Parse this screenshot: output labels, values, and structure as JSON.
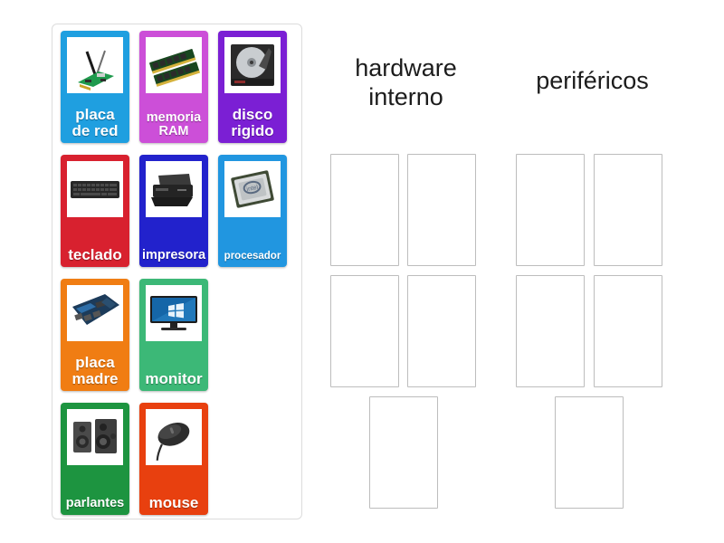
{
  "activity": {
    "type": "group-sort",
    "panel_label": "items-panel"
  },
  "items": [
    {
      "label": "placa de red",
      "label_line1": "placa",
      "label_line2": "de red",
      "icon": "network-card-icon",
      "color": "#1f9fe0",
      "font": "cap-18"
    },
    {
      "label": "memoria RAM",
      "label_line1": "memoria",
      "label_line2": "RAM",
      "icon": "ram-module-icon",
      "color": "#cc4fd8",
      "font": "cap-15"
    },
    {
      "label": "disco rigido",
      "label_line1": "disco",
      "label_line2": "rigido",
      "icon": "hard-disk-icon",
      "color": "#7b1fd4",
      "font": "cap-18"
    },
    {
      "label": "teclado",
      "label_line1": "teclado",
      "label_line2": "",
      "icon": "keyboard-icon",
      "color": "#d8212f",
      "font": "cap-18"
    },
    {
      "label": "impresora",
      "label_line1": "impresora",
      "label_line2": "",
      "icon": "printer-icon",
      "color": "#2222cc",
      "font": "cap-15"
    },
    {
      "label": "procesador",
      "label_line1": "procesador",
      "label_line2": "",
      "icon": "cpu-icon",
      "color": "#2196e0",
      "font": "cap-12"
    },
    {
      "label": "placa madre",
      "label_line1": "placa",
      "label_line2": "madre",
      "icon": "motherboard-icon",
      "color": "#f07d13",
      "font": "cap-18"
    },
    {
      "label": "monitor",
      "label_line1": "monitor",
      "label_line2": "",
      "icon": "monitor-icon",
      "color": "#3cb877",
      "font": "cap-18"
    },
    {
      "label": "parlantes",
      "label_line1": "parlantes",
      "label_line2": "",
      "icon": "speakers-icon",
      "color": "#1d9440",
      "font": "cap-15"
    },
    {
      "label": "mouse",
      "label_line1": "mouse",
      "label_line2": "",
      "icon": "mouse-icon",
      "color": "#e8400f",
      "font": "cap-18"
    }
  ],
  "categories": [
    {
      "title": "hardware interno",
      "title_line1": "hardware",
      "title_line2": "interno",
      "slots": [
        {
          "filled": false
        },
        {
          "filled": false
        },
        {
          "filled": false
        },
        {
          "filled": false
        },
        {
          "filled": false
        }
      ]
    },
    {
      "title": "periféricos",
      "title_line1": "periféricos",
      "title_line2": "",
      "slots": [
        {
          "filled": false
        },
        {
          "filled": false
        },
        {
          "filled": false
        },
        {
          "filled": false
        },
        {
          "filled": false
        }
      ]
    }
  ],
  "colors": {
    "panel_border": "#dcdcdc",
    "slot_border": "#bdbdbd",
    "background": "#ffffff",
    "title_text": "#1c1c1c",
    "caption_text": "#ffffff"
  }
}
